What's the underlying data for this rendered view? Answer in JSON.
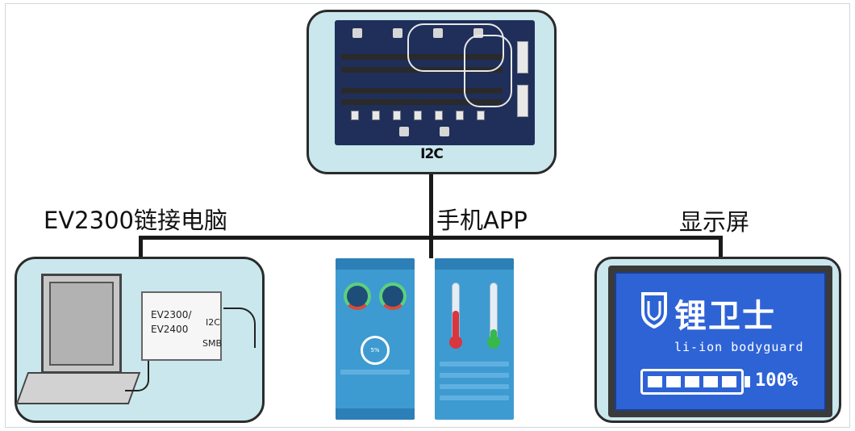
{
  "top_module": {
    "bus_label": "I2C"
  },
  "branches": {
    "left_label": "EV2300链接电脑",
    "middle_label": "手机APP",
    "right_label": "显示屏"
  },
  "pc_module": {
    "adapter_lines": [
      "EV2300/",
      "EV2400"
    ],
    "port_i2c": "I2C",
    "port_smb": "SMB"
  },
  "app_screens": {
    "gauge_value": "5%"
  },
  "display_module": {
    "brand_cn": "锂卫士",
    "brand_en": "li-ion bodyguard",
    "battery_cells": 5,
    "battery_percent": "100%"
  },
  "colors": {
    "module_fill": "#c9e7ec",
    "lcd_blue": "#2e63d6",
    "app_blue": "#3e9bd1",
    "line": "#1a1a1a"
  }
}
